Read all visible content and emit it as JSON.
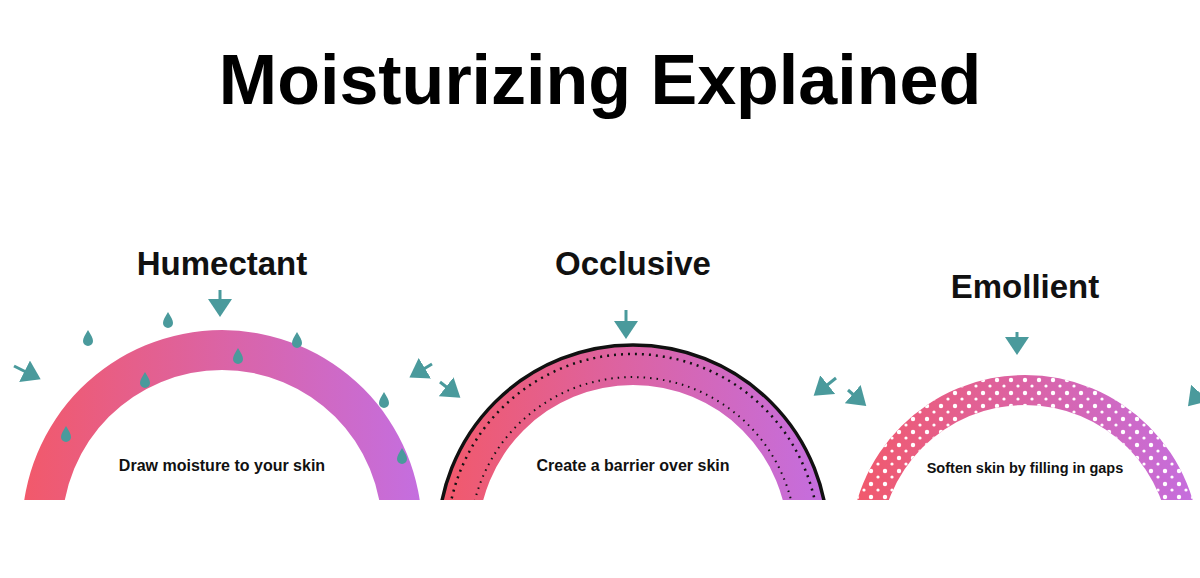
{
  "diagram": {
    "title": "Moisturizing Explained",
    "nodes": [
      {
        "text": [
          "Humectant",
          "Draw moisture to your skin"
        ]
      },
      {
        "text": [
          "Occlusive",
          "Create a barrier over skin"
        ]
      },
      {
        "text": [
          "Emollient",
          "Soften skin by filling in gaps"
        ]
      }
    ]
  }
}
